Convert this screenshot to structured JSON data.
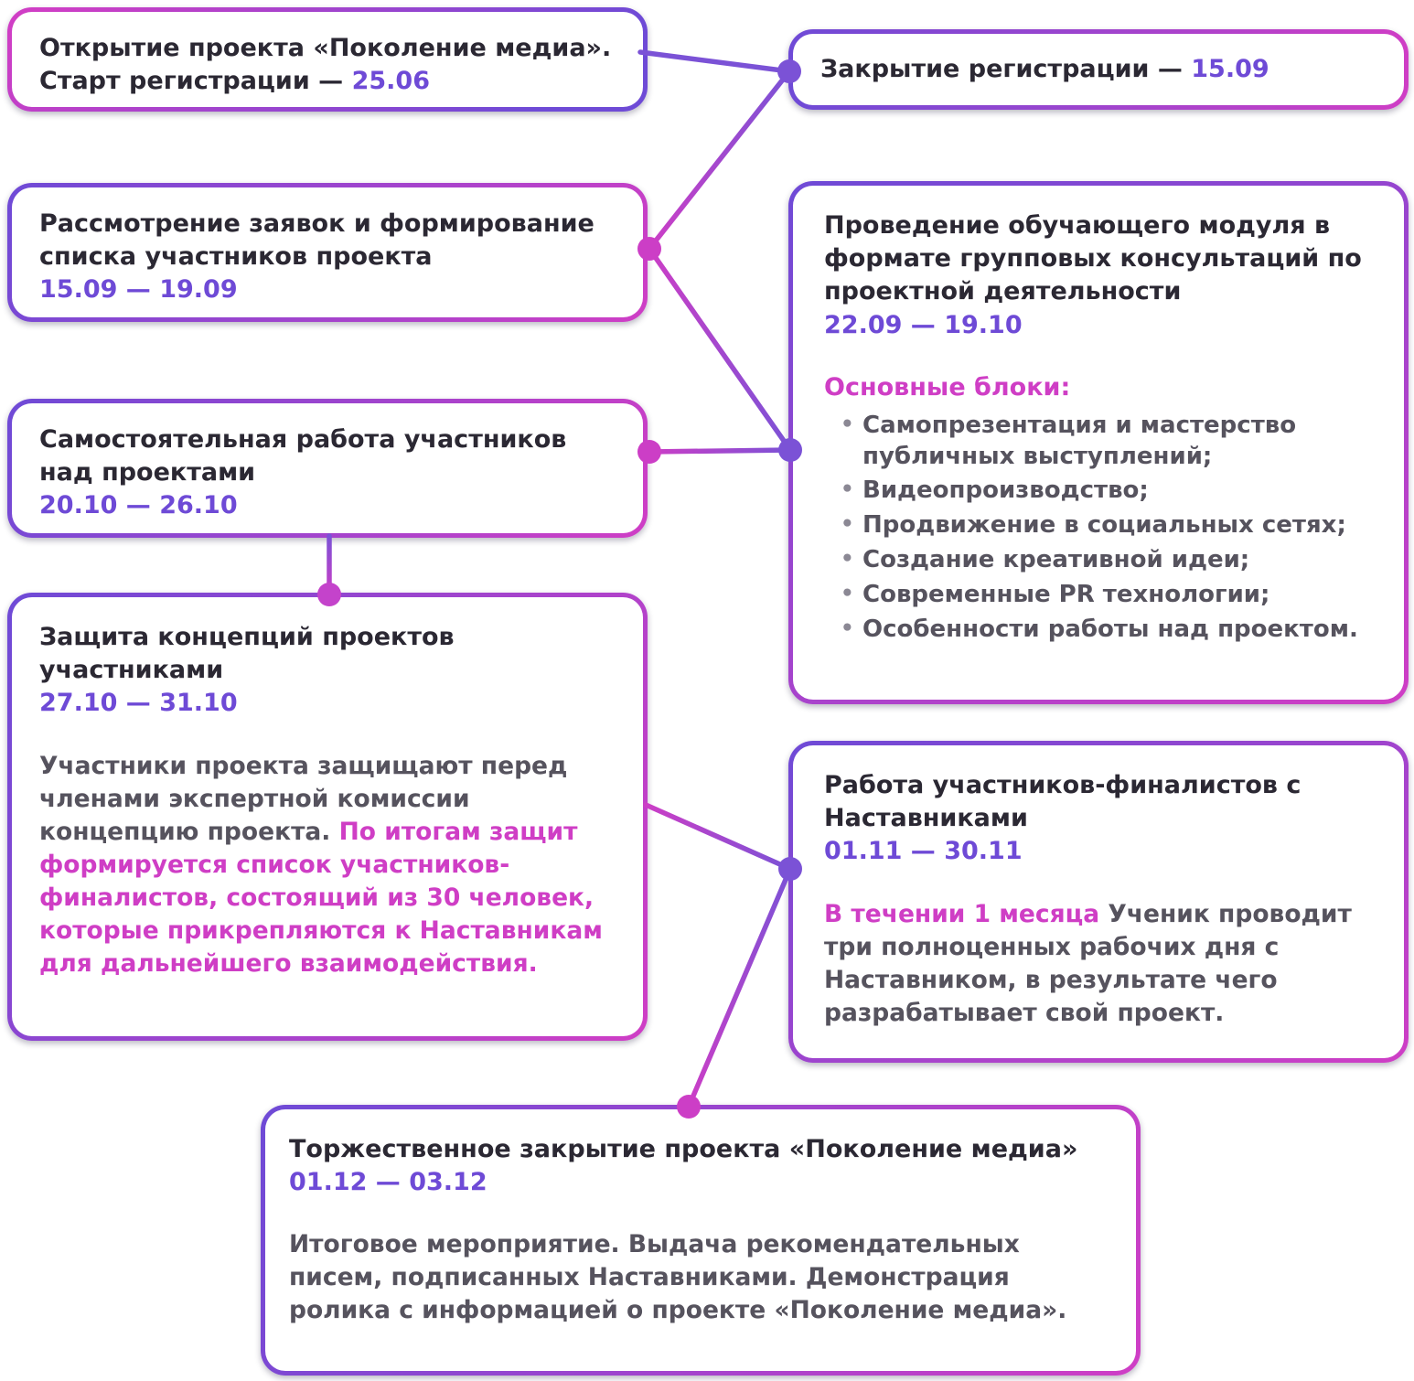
{
  "colors": {
    "purple": "#6E4AD6",
    "pink": "#CF3EC5",
    "dark": "#2B2833",
    "grey": "#56535E"
  },
  "stages": {
    "s1": {
      "line1": "Открытие проекта «Поколение медиа».",
      "line2": "Старт регистрации — ",
      "date": "25.06"
    },
    "s2": {
      "title": "Закрытие регистрации — ",
      "date": "15.09"
    },
    "s3": {
      "title": "Рассмотрение заявок и формирование списка участников проекта",
      "date": "15.09 — 19.09"
    },
    "s4": {
      "title": "Проведение обучающего модуля в формате групповых консультаций по проектной деятельности",
      "date": "22.09 — 19.10",
      "subtitle": "Основные блоки:",
      "bullets": [
        "Самопрезентация и мастерство публичных выступлений;",
        "Видеопроизводство;",
        "Продвижение в социальных сетях;",
        "Создание креативной идеи;",
        "Современные PR технологии;",
        "Особенности работы над проектом."
      ]
    },
    "s5": {
      "title": "Самостоятельная работа участников над проектами",
      "date": "20.10 — 26.10"
    },
    "s6": {
      "title": "Защита концепций проектов участниками",
      "date": "27.10 — 31.10",
      "body": "Участники проекта защищают перед членами экспертной комиссии концепцию проекта. ",
      "highlight": "По итогам защит формируется список участников-финалистов, состоящий из 30 человек, которые прикрепляются к Наставникам для дальнейшего взаимодействия."
    },
    "s7": {
      "title": "Работа участников-финалистов с Наставниками",
      "date": "01.11 — 30.11",
      "highlight": "В течении 1 месяца ",
      "body": "Ученик проводит три полноценных рабочих дня с Наставником, в результате чего разрабатывает свой проект."
    },
    "s8": {
      "title": "Торжественное закрытие проекта «Поколение медиа»",
      "date": "01.12 — 03.12",
      "body": "Итоговое мероприятие. Выдача рекомендательных писем, подписанных Наставниками. Демонстрация ролика с информацией о проекте «Поколение медиа»."
    }
  }
}
